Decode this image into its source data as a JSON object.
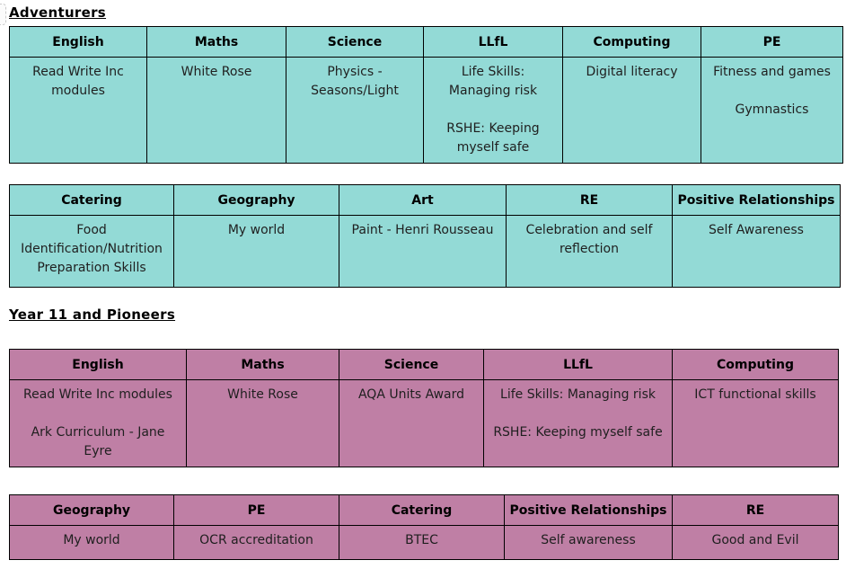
{
  "colors": {
    "table_teal": "#93DAD6",
    "table_pink": "#BF7FA5",
    "border": "#000000",
    "body_text": "#1f1f1f"
  },
  "headings": {
    "adventurers": "Adventurers",
    "year11": "Year 11 and Pioneers"
  },
  "tables": [
    {
      "name": "adventurers-core-subjects",
      "theme": "teal",
      "headers": [
        "English",
        "Maths",
        "Science",
        "LLfL",
        "Computing",
        "PE"
      ],
      "cells": [
        [
          "Read Write Inc modules"
        ],
        [
          "White Rose"
        ],
        [
          "Physics - Seasons/Light"
        ],
        [
          "Life Skills: Managing risk",
          "RSHE: Keeping myself safe"
        ],
        [
          "Digital literacy"
        ],
        [
          "Fitness and games",
          "Gymnastics"
        ]
      ]
    },
    {
      "name": "adventurers-foundation-subjects",
      "theme": "teal",
      "headers": [
        "Catering",
        "Geography",
        "Art",
        "RE",
        "Positive Relationships"
      ],
      "cells": [
        [
          "Food Identification/Nutrition Preparation Skills"
        ],
        [
          "My world"
        ],
        [
          "Paint - Henri Rousseau"
        ],
        [
          "Celebration and self reflection"
        ],
        [
          "Self Awareness"
        ]
      ]
    },
    {
      "name": "year11-pioneers-core-subjects",
      "theme": "pink",
      "headers": [
        "English",
        "Maths",
        "Science",
        "LLfL",
        "Computing"
      ],
      "cells": [
        [
          "Read Write Inc modules",
          "Ark Curriculum - Jane Eyre"
        ],
        [
          "White Rose"
        ],
        [
          "AQA Units Award"
        ],
        [
          "Life Skills: Managing risk",
          "RSHE: Keeping myself safe"
        ],
        [
          "ICT functional skills"
        ]
      ]
    },
    {
      "name": "year11-pioneers-foundation-subjects",
      "theme": "pink",
      "headers": [
        "Geography",
        "PE",
        "Catering",
        "Positive Relationships",
        "RE"
      ],
      "cells": [
        [
          "My world"
        ],
        [
          "OCR accreditation"
        ],
        [
          "BTEC"
        ],
        [
          "Self awareness"
        ],
        [
          "Good and Evil"
        ]
      ]
    }
  ]
}
